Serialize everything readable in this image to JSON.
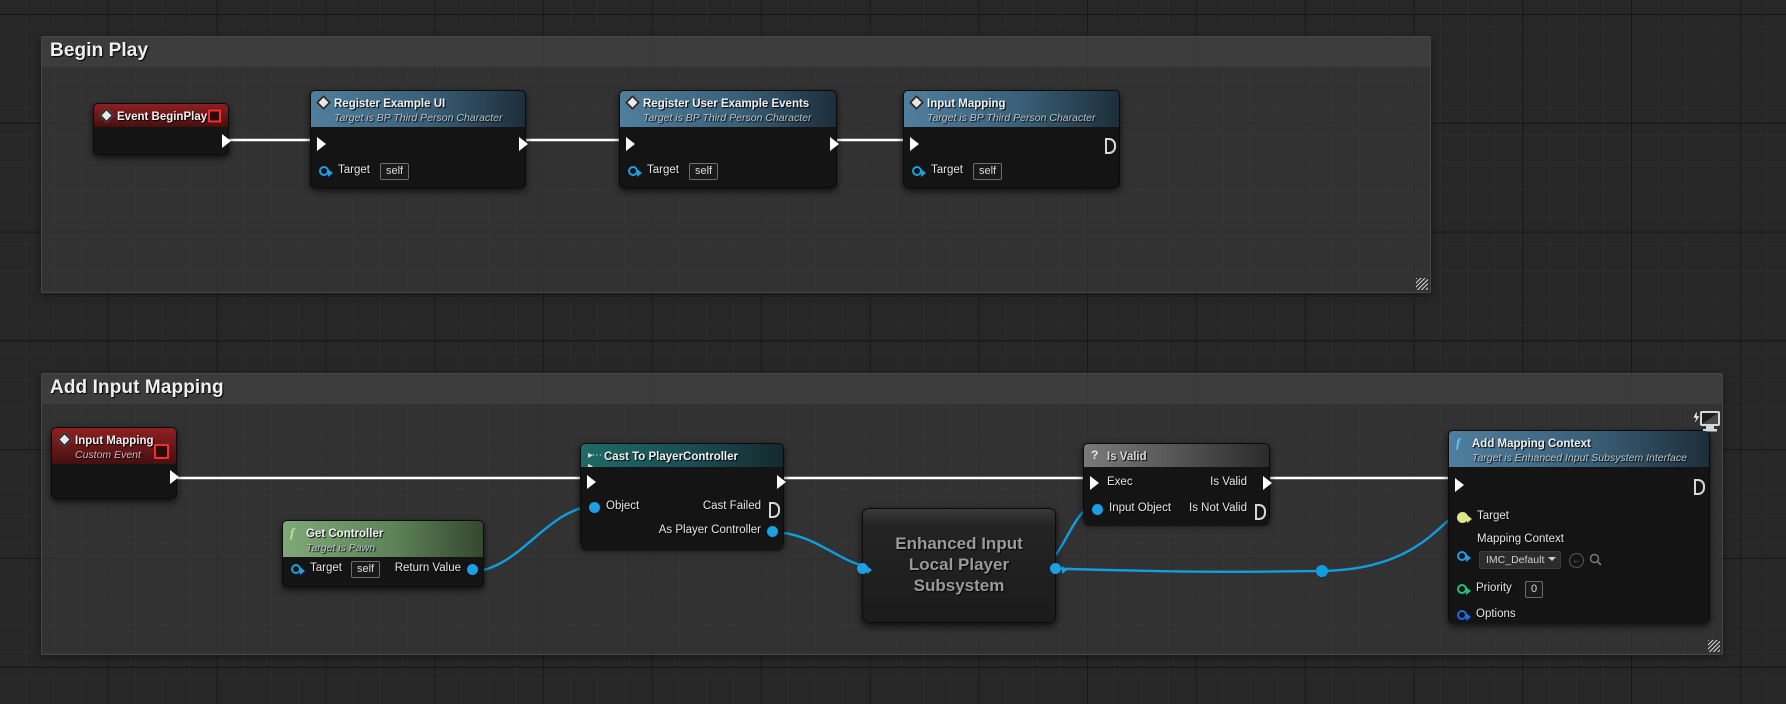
{
  "app": {
    "kind": "blueprint-graph",
    "colors": {
      "canvas": "#272727",
      "exec_wire": "#ffffff",
      "object_wire": "#0f9ee0",
      "event_header": "#8e1f22",
      "function_header": "#4f7f9e",
      "pure_header": "#7fa878",
      "cast_header": "#1e6b66",
      "isvalid_header": "#7a7a7a"
    }
  },
  "comments": [
    {
      "id": "begin-play",
      "title": "Begin Play"
    },
    {
      "id": "add-input-mapping",
      "title": "Add Input Mapping"
    }
  ],
  "nodes": {
    "event_begin_play": {
      "title": "Event BeginPlay",
      "icon": "event-diamond-icon",
      "exec_out": ""
    },
    "register_example_ui": {
      "title": "Register Example UI",
      "subtitle": "Target is BP Third Person Character",
      "icon": "event-diamond-icon",
      "target_label": "Target",
      "target_value": "self"
    },
    "register_user_example_events": {
      "title": "Register User Example Events",
      "subtitle": "Target is BP Third Person Character",
      "icon": "event-diamond-icon",
      "target_label": "Target",
      "target_value": "self"
    },
    "input_mapping_call": {
      "title": "Input Mapping",
      "subtitle": "Target is BP Third Person Character",
      "icon": "event-diamond-icon",
      "target_label": "Target",
      "target_value": "self"
    },
    "input_mapping_event": {
      "title": "Input Mapping",
      "subtitle": "Custom Event",
      "icon": "event-diamond-icon"
    },
    "get_controller": {
      "title": "Get Controller",
      "subtitle": "Target is Pawn",
      "icon": "function-f-icon",
      "target_label": "Target",
      "target_value": "self",
      "return_label": "Return Value"
    },
    "cast_to_player_controller": {
      "title": "Cast To PlayerController",
      "icon": "cast-arrow-icon",
      "object_label": "Object",
      "cast_failed_label": "Cast Failed",
      "as_player_controller_label": "As Player Controller"
    },
    "enhanced_input_subsystem": {
      "title": "Enhanced Input Local Player Subsystem"
    },
    "is_valid": {
      "title": "Is Valid",
      "icon": "question-mark-icon",
      "exec_label": "Exec",
      "input_object_label": "Input Object",
      "is_valid_label": "Is Valid",
      "is_not_valid_label": "Is Not Valid"
    },
    "add_mapping_context": {
      "title": "Add Mapping Context",
      "subtitle": "Target is Enhanced Input Subsystem Interface",
      "icon": "function-f-icon",
      "badge_icon": "client-only-monitor-icon",
      "target_label": "Target",
      "mapping_context_label": "Mapping Context",
      "mapping_context_value": "IMC_Default",
      "priority_label": "Priority",
      "priority_value": "0",
      "options_label": "Options"
    }
  }
}
